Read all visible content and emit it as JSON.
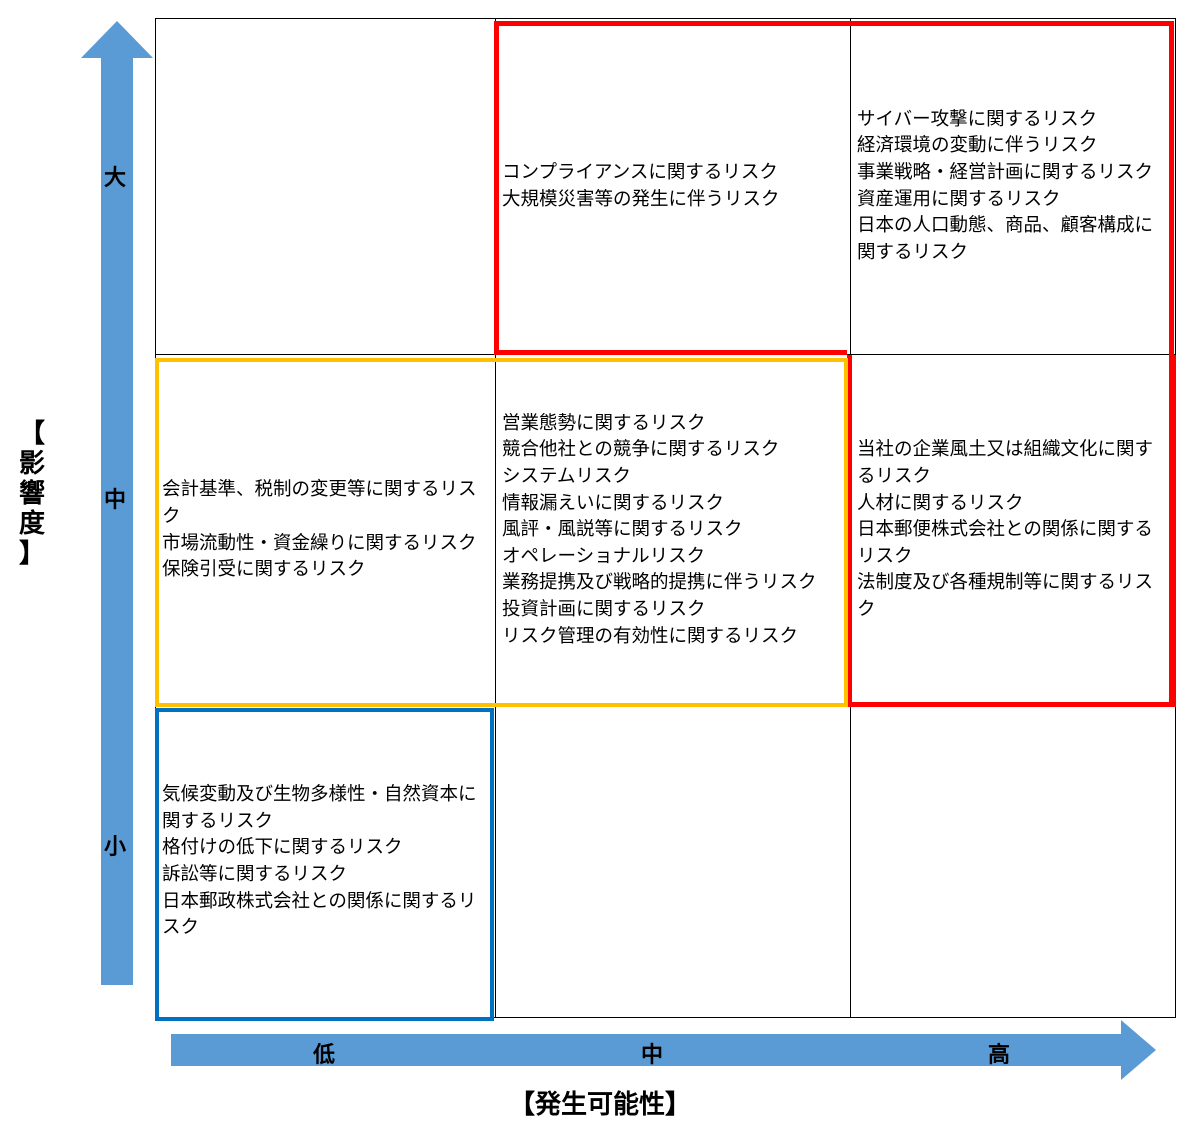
{
  "axes": {
    "y_label": "【影響度】",
    "y_label_chars": [
      "【",
      "影",
      "響",
      "度",
      "】"
    ],
    "x_label": "【発生可能性】",
    "y_ticks": {
      "high": "大",
      "mid": "中",
      "low": "小"
    },
    "x_ticks": {
      "low": "低",
      "mid": "中",
      "high": "高"
    },
    "arrow_color": "#5b9bd5"
  },
  "matrix": {
    "high_low": "",
    "high_mid": "コンプライアンスに関するリスク\n大規模災害等の発生に伴うリスク",
    "high_high": "サイバー攻撃に関するリスク\n経済環境の変動に伴うリスク\n事業戦略・経営計画に関するリスク\n資産運用に関するリスク\n日本の人口動態、商品、顧客構成に関するリスク",
    "mid_low": "会計基準、税制の変更等に関するリスク\n市場流動性・資金繰りに関するリスク\n保険引受に関するリスク",
    "mid_mid": "営業態勢に関するリスク\n競合他社との競争に関するリスク\nシステムリスク\n情報漏えいに関するリスク\n風評・風説等に関するリスク\nオペレーショナルリスク\n業務提携及び戦略的提携に伴うリスク\n投資計画に関するリスク\nリスク管理の有効性に関するリスク",
    "mid_high": "当社の企業風土又は組織文化に関するリスク\n人材に関するリスク\n日本郵便株式会社との関係に関するリスク\n法制度及び各種規制等に関するリスク",
    "low_low": "気候変動及び生物多様性・自然資本に関するリスク\n格付けの低下に関するリスク\n訴訟等に関するリスク\n日本郵政株式会社との関係に関するリスク",
    "low_mid": "",
    "low_high": ""
  },
  "highlight_colors": {
    "high_risk": "#ff0000",
    "medium_risk": "#ffc000",
    "low_risk": "#0070c0"
  }
}
